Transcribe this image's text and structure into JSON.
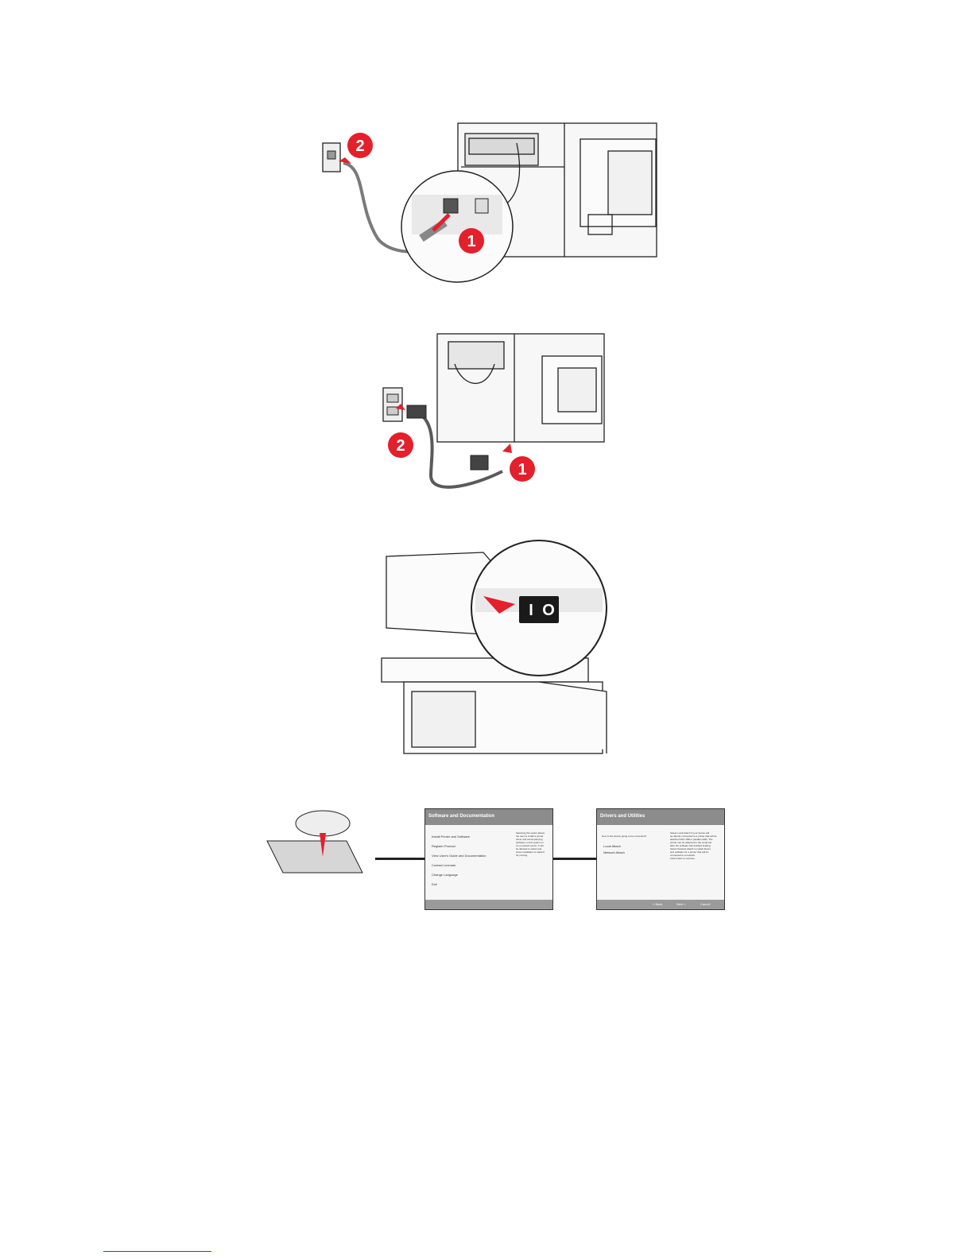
{
  "figure1": {
    "callouts": {
      "first": "1",
      "second": "2"
    },
    "icons": [
      "wall-phone-jack-icon",
      "fax-port-icon",
      "usb-port-icon",
      "phone-cord-icon"
    ],
    "colors": {
      "callout": "#e3202b",
      "line": "#222222",
      "panel": "#f4f4f4"
    }
  },
  "figure2": {
    "callouts": {
      "first": "1",
      "second": "2"
    },
    "icons": [
      "wall-outlet-icon",
      "power-cord-icon"
    ],
    "colors": {
      "callout": "#e3202b"
    }
  },
  "figure3": {
    "switch_labels": {
      "on": "I",
      "off": "O"
    },
    "icons": [
      "power-switch-icon",
      "arrow-icon"
    ],
    "colors": {
      "arrow": "#e3202b",
      "switch": "#1a1a1a"
    }
  },
  "figure4": {
    "icons": [
      "cd-icon",
      "cd-drive-icon"
    ],
    "screen1": {
      "title": "Software and Documentation",
      "items": [
        "Install Printer and Software",
        "Register Product",
        "View User's Guide and Documentation",
        "Contact Lexmark",
        "Change Language",
        "Exit"
      ],
      "side_text": [
        "Selecting this option allows",
        "the user to install a printer",
        "driver and accompanying",
        "software on this system or",
        "on a network server. It will",
        "be allowed to select and",
        "share installation is started",
        "for printing."
      ]
    },
    "screen2": {
      "title": "Drivers and Utilities",
      "question": "How is this device going to be connected?",
      "options": [
        "Local Attach",
        "Network Attach"
      ],
      "side_text": [
        "Select Local Attach if your device will",
        "be directly connected to a printer that will be",
        "attached with USB or parallel cable. The",
        "printer can be attached to the computer",
        "after the software has finished loading.",
        "Select Network Attach to install drivers",
        "and software for a printer that will be",
        "connected to a network.",
        "Click Finish to continue."
      ],
      "buttons": [
        "< Back",
        "Next >",
        "Cancel"
      ]
    }
  }
}
